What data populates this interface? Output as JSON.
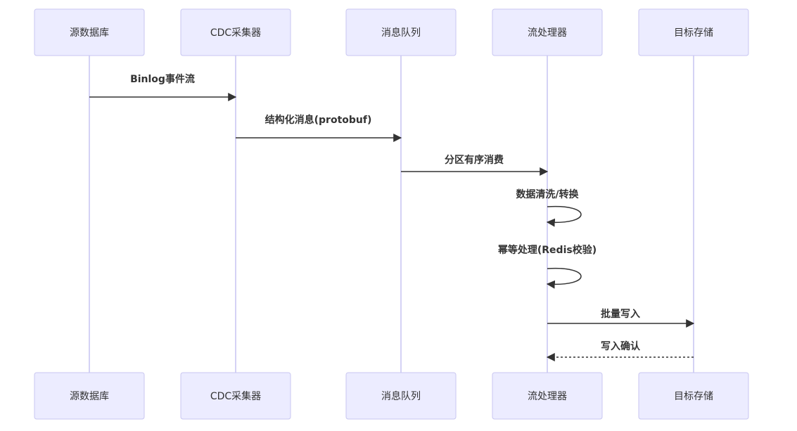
{
  "participants": [
    {
      "id": "src",
      "label": "源数据库"
    },
    {
      "id": "cdc",
      "label": "CDC采集器"
    },
    {
      "id": "mq",
      "label": "消息队列"
    },
    {
      "id": "proc",
      "label": "流处理器"
    },
    {
      "id": "dst",
      "label": "目标存储"
    }
  ],
  "messages": [
    {
      "from": "src",
      "to": "cdc",
      "label": "Binlog事件流",
      "style": "solid"
    },
    {
      "from": "cdc",
      "to": "mq",
      "label": "结构化消息(protobuf)",
      "style": "solid"
    },
    {
      "from": "mq",
      "to": "proc",
      "label": "分区有序消费",
      "style": "solid"
    },
    {
      "from": "proc",
      "to": "proc",
      "label": "数据清洗/转换",
      "style": "self"
    },
    {
      "from": "proc",
      "to": "proc",
      "label": "幂等处理(Redis校验)",
      "style": "self"
    },
    {
      "from": "proc",
      "to": "dst",
      "label": "批量写入",
      "style": "solid"
    },
    {
      "from": "dst",
      "to": "proc",
      "label": "写入确认",
      "style": "dashed"
    }
  ]
}
